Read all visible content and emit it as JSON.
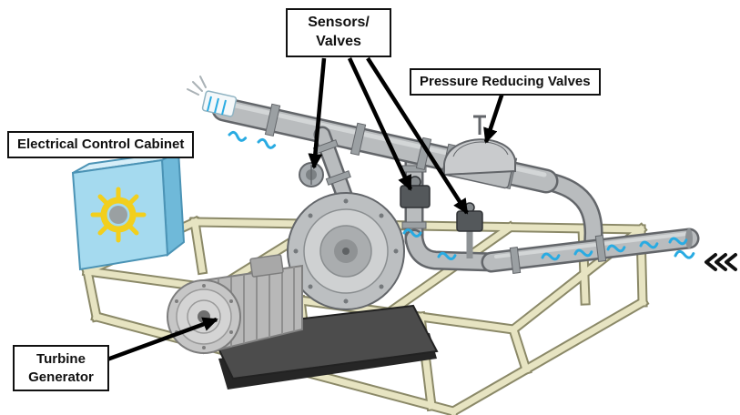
{
  "figure": {
    "labels": {
      "sensors_valves_line1": "Sensors/",
      "sensors_valves_line2": "Valves",
      "pressure_reducing_valves": "Pressure Reducing Valves",
      "electrical_control_cabinet": "Electrical Control Cabinet",
      "turbine_generator_line1": "Turbine",
      "turbine_generator_line2": "Generator"
    },
    "icons": {
      "sun": "sun-icon",
      "water_waves": "water-wave-icon",
      "flow_direction": "chevrons-left-icon",
      "annotation_arrows": "black-pointer-arrow"
    },
    "colors": {
      "bg": "#ffffff",
      "label_border": "#111111",
      "arrow": "#000000",
      "pipe": "#b9bcbe",
      "pipe_dark": "#63666a",
      "pipe_light": "#dadcdd",
      "frame": "#e7e4c2",
      "frame_dark": "#8b8968",
      "cabinet_front": "#a5daef",
      "cabinet_top": "#d6eef8",
      "cabinet_side": "#6fb9d9",
      "cabinet_outline": "#4b93b5",
      "metal": "#c2c2c2",
      "metal_dark": "#7d7d7d",
      "base_plate": "#4c4c4c",
      "water": "#29abe2",
      "sun": "#f2cf1d"
    }
  }
}
